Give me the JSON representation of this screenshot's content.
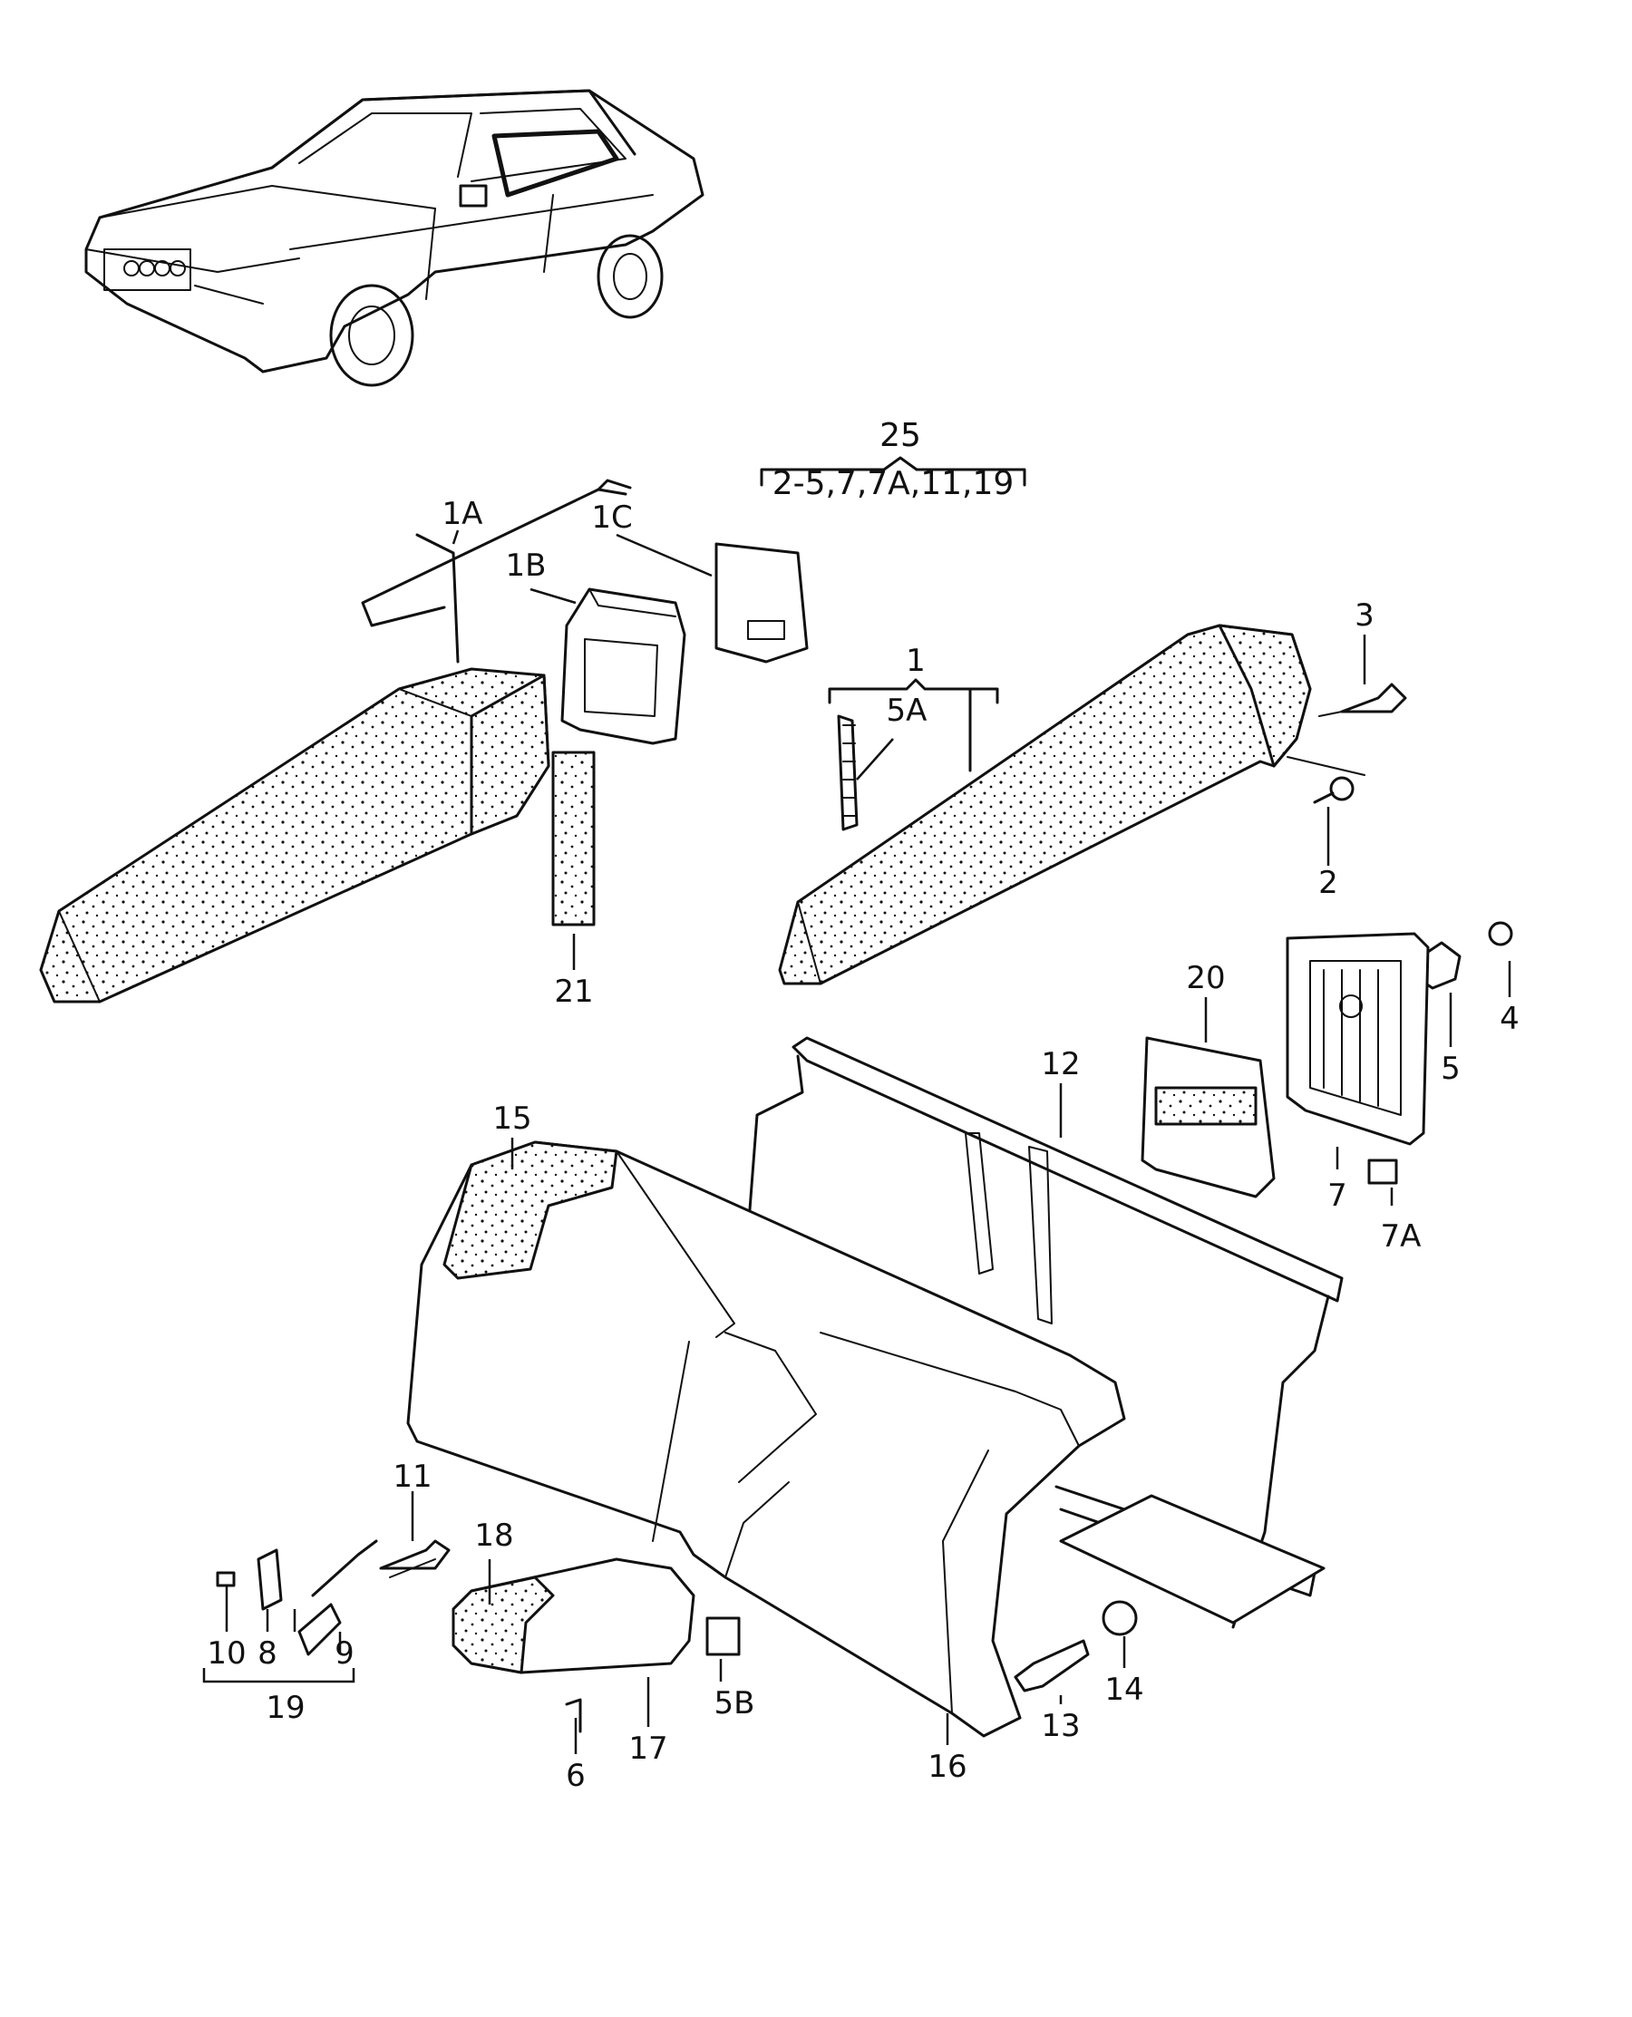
{
  "diagram": {
    "group_label": "25",
    "group_members": "2-5,7,7A,11,19",
    "labels": {
      "p1": "1",
      "p1A": "1A",
      "p1B": "1B",
      "p1C": "1C",
      "p2": "2",
      "p3": "3",
      "p4": "4",
      "p5": "5",
      "p5A": "5A",
      "p5B": "5B",
      "p6": "6",
      "p7": "7",
      "p7A": "7A",
      "p8": "8",
      "p9": "9",
      "p10": "10",
      "p11": "11",
      "p12": "12",
      "p13": "13",
      "p14": "14",
      "p15": "15",
      "p16": "16",
      "p17": "17",
      "p18": "18",
      "p19": "19",
      "p20": "20",
      "p21": "21"
    },
    "icons": [
      "car-illustration",
      "center-armrest-foam",
      "side-armrest-foam",
      "backrest-assembly",
      "armrest-cushion"
    ]
  }
}
